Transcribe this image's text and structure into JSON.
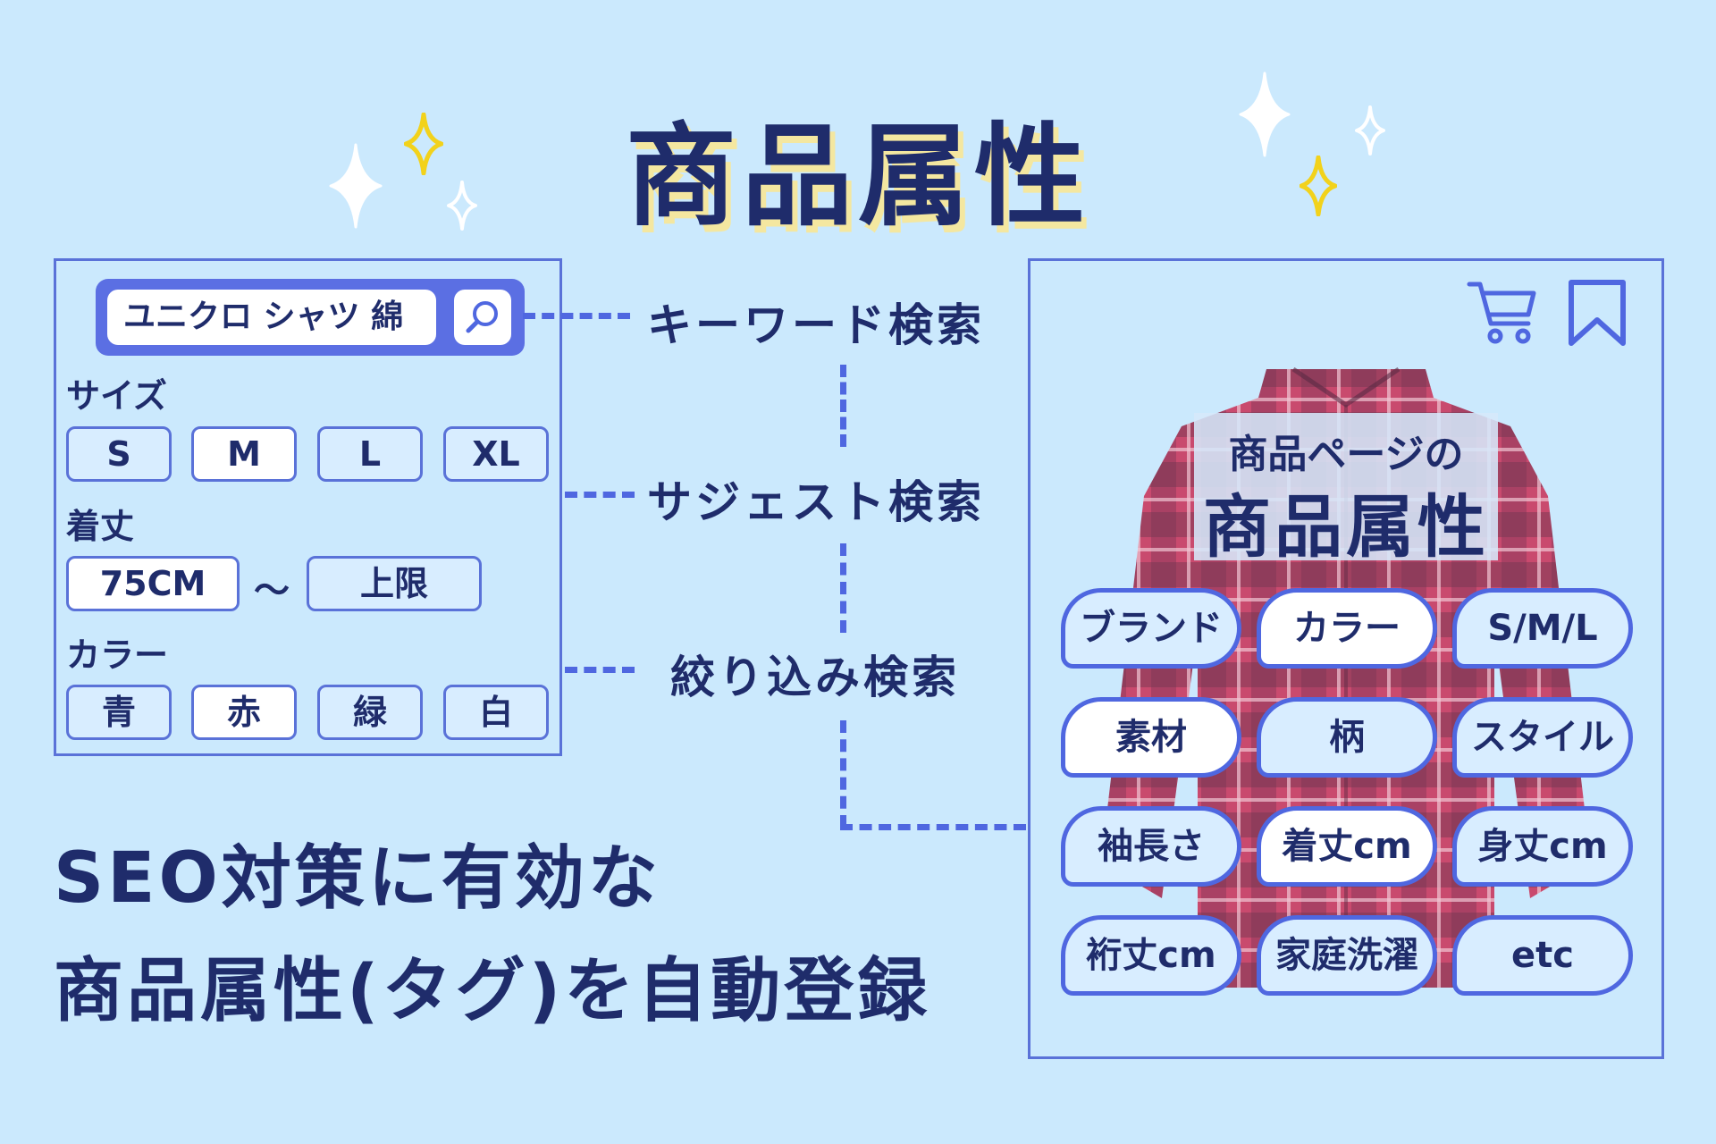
{
  "title": "商品属性",
  "search": {
    "query": "ユニクロ シャツ 綿",
    "button_icon": "magnifier-icon"
  },
  "filters": {
    "size_label": "サイズ",
    "sizes": [
      "S",
      "M",
      "L",
      "XL"
    ],
    "length_label": "着丈",
    "length_min": "75CM",
    "range_sep": "〜",
    "length_max": "上限",
    "color_label": "カラー",
    "colors": [
      "青",
      "赤",
      "緑",
      "白"
    ]
  },
  "search_types": [
    "キーワード検索",
    "サジェスト検索",
    "絞り込み検索"
  ],
  "caption": [
    "SEO対策に有効な",
    "商品属性(タグ)を自動登録"
  ],
  "product": {
    "icons": [
      "cart-icon",
      "bookmark-icon"
    ],
    "overlay_line1": "商品ページの",
    "overlay_line2": "商品属性",
    "tags": [
      "ブランド",
      "カラー",
      "S/M/L",
      "素材",
      "柄",
      "スタイル",
      "袖長さ",
      "着丈cm",
      "身丈cm",
      "裄丈cm",
      "家庭洗濯",
      "etc"
    ]
  },
  "colors": {
    "background": "#cbe9fd",
    "navy": "#1f2c6b",
    "accent_blue": "#4f67e0",
    "sparkle_yellow": "#f2d21b",
    "shirt_red": "#c94a6e"
  }
}
